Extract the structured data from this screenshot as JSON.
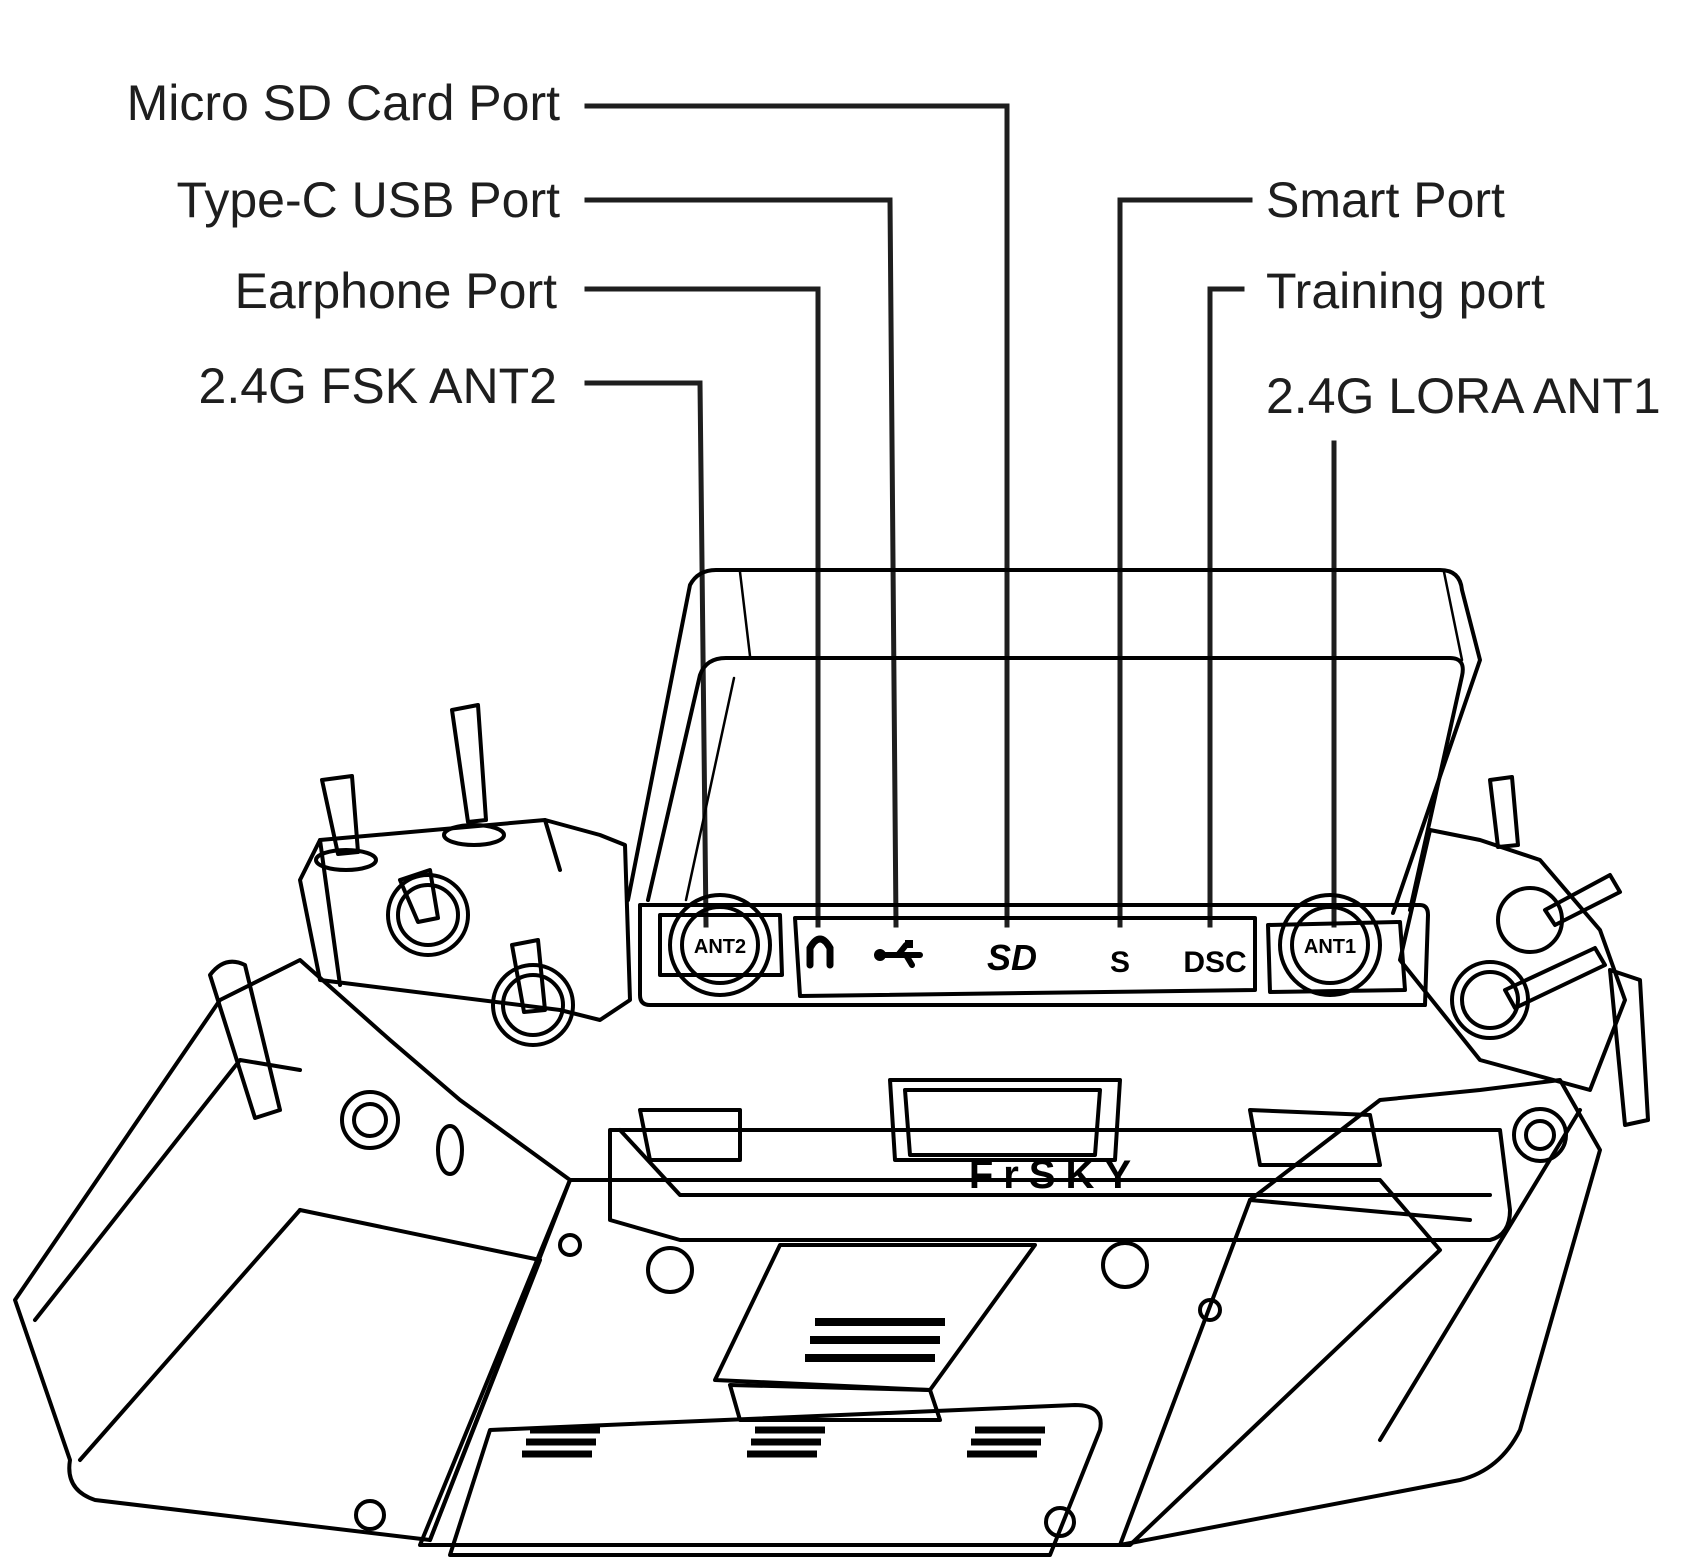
{
  "labels": {
    "micro_sd": "Micro SD Card Port",
    "type_c": "Type-C USB Port",
    "earphone": "Earphone Port",
    "fsk_ant2": "2.4G FSK ANT2",
    "smart_port": "Smart Port",
    "training_port": "Training port",
    "lora_ant1": "2.4G LORA ANT1"
  },
  "device_markings": {
    "ant2": "ANT2",
    "ant1": "ANT1",
    "sd": "SD",
    "smart": "S",
    "dsc": "DSC",
    "brand": "FrSKY"
  },
  "colors": {
    "ink": "#000000",
    "text": "#1e1e1e",
    "background": "#ffffff"
  }
}
